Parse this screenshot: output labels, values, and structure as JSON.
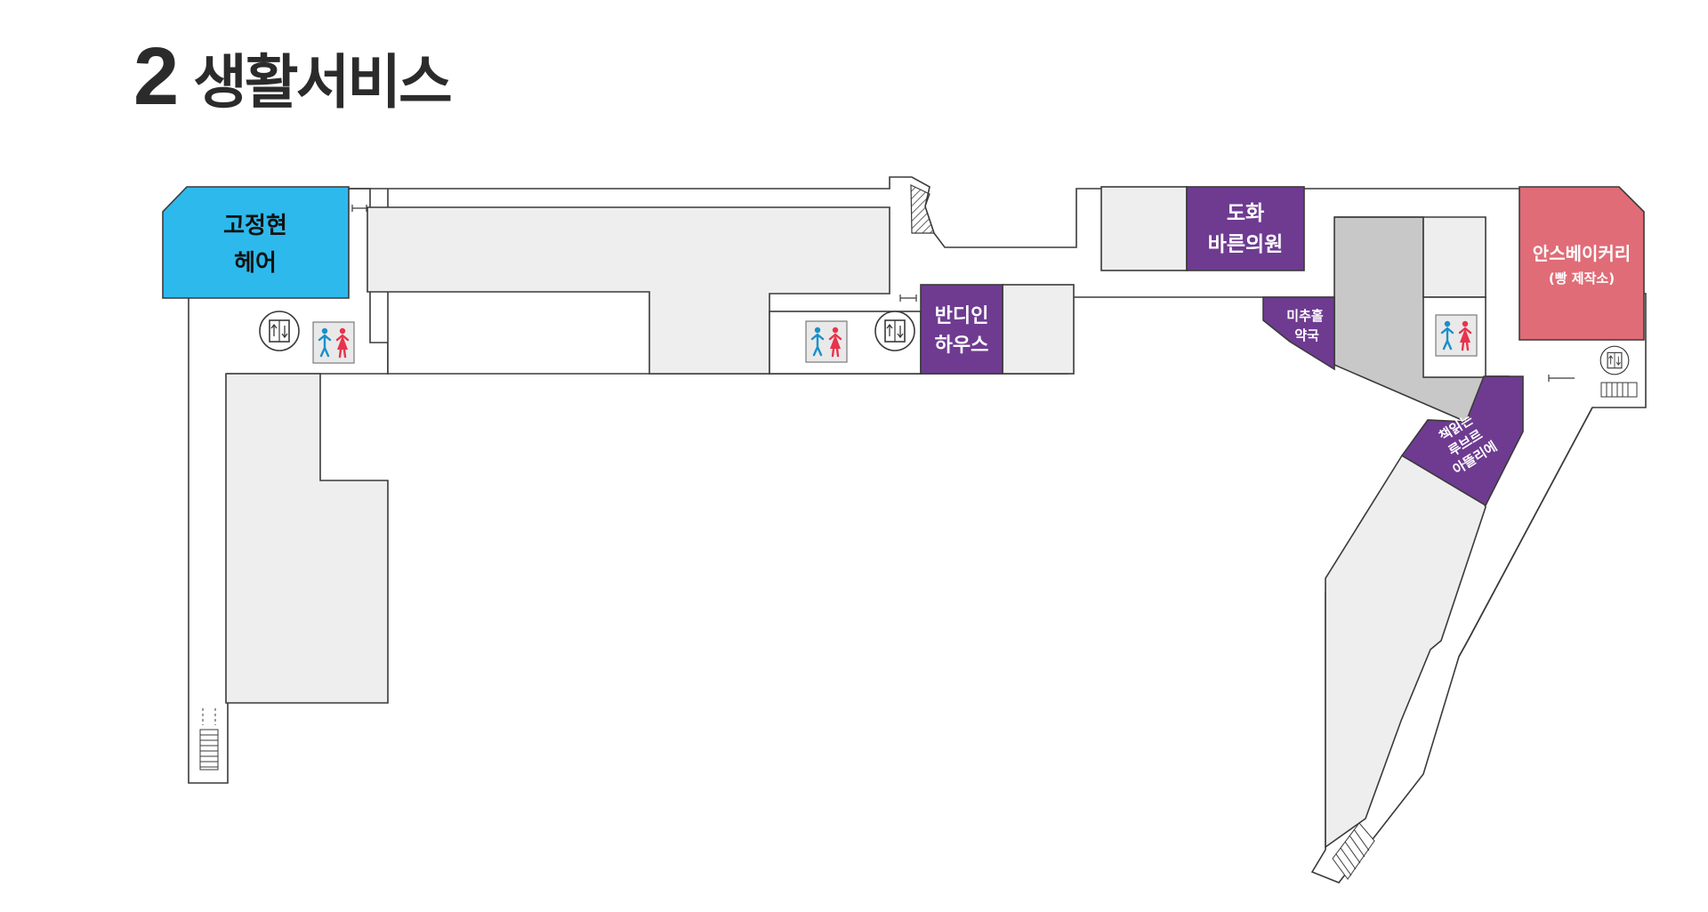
{
  "floor": {
    "number": "2",
    "name": "생활서비스"
  },
  "colors": {
    "hair": "#2EB9EC",
    "clinic": "#6E3B91",
    "bakery": "#E06C77",
    "gray_dark": "#c8c8c8",
    "gray_light": "#eeeeee",
    "outline": "#3a3a3a",
    "restroom_male": "#1a8fc9",
    "restroom_female": "#e8334b"
  },
  "stores": {
    "hair": {
      "line1": "고정현",
      "line2": "헤어"
    },
    "bandi": {
      "line1": "반디인",
      "line2": "하우스"
    },
    "doha": {
      "line1": "도화",
      "line2": "바른의원"
    },
    "pharmacy": {
      "line1": "미추홀",
      "line2": "약국"
    },
    "books": {
      "line1": "책읽는",
      "line2": "루브르",
      "line3": "아뜰리에"
    },
    "bakery": {
      "line1": "안스베이커리",
      "line2": "(빵 제작소)"
    }
  },
  "facilities": [
    "elevator-icon",
    "restroom-icon",
    "stairs-icon",
    "escalator-icon"
  ]
}
